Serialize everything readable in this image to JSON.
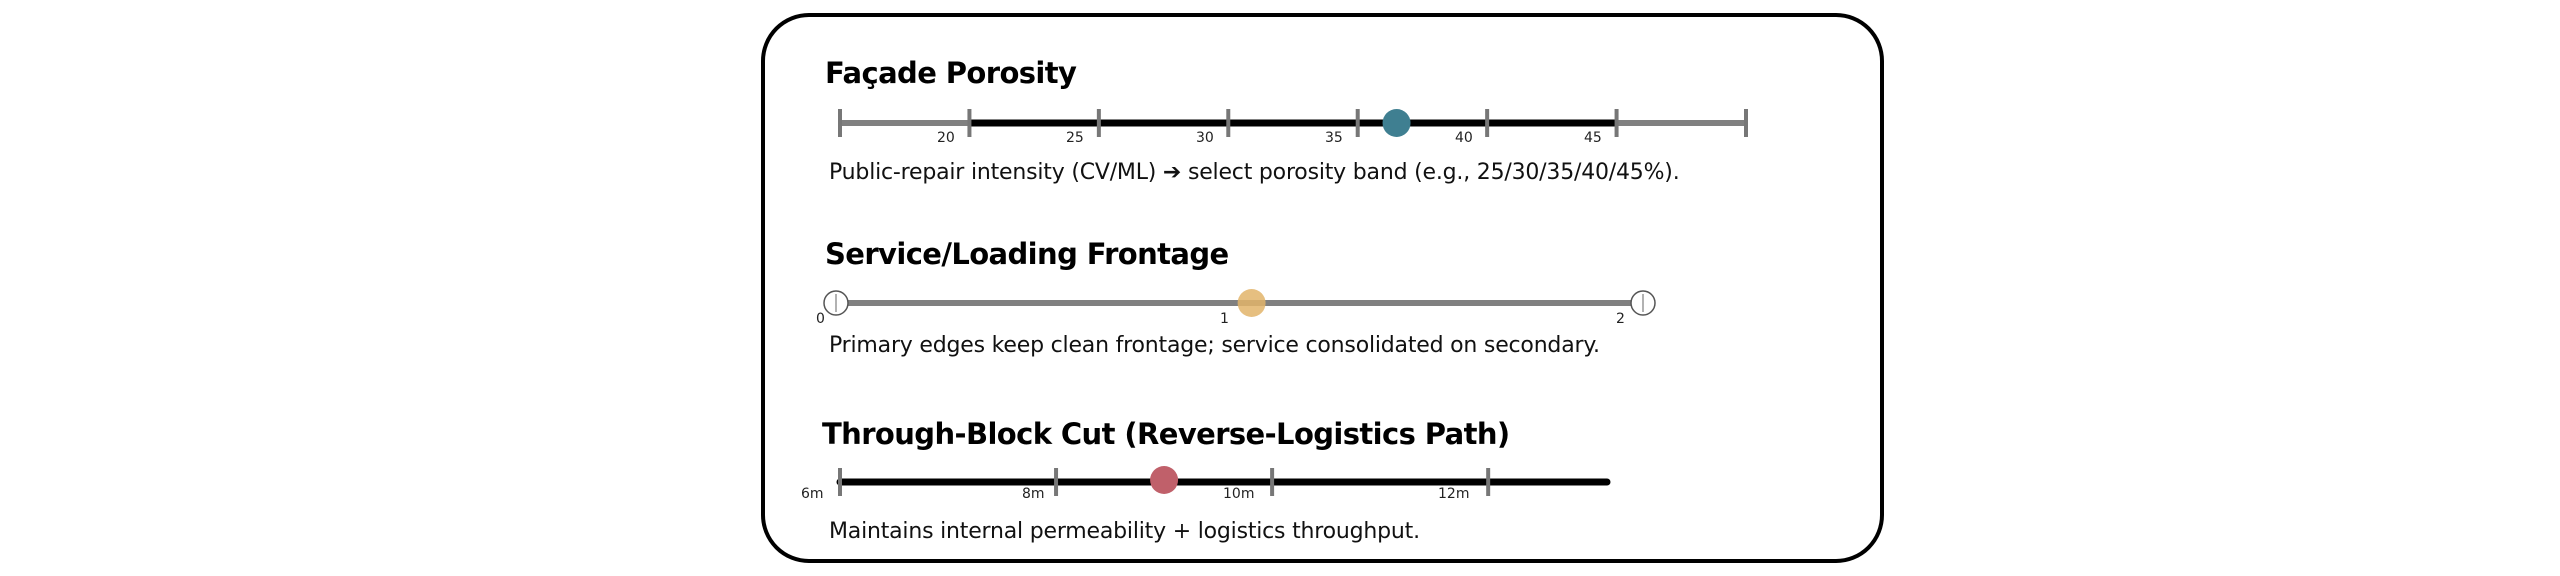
{
  "facade": {
    "title": "Façade Porosity",
    "description": "Public-repair intensity (CV/ML)  ➔ select porosity band (e.g., 25/30/35/40/45%).",
    "ticks": [
      "20",
      "25",
      "30",
      "35",
      "40",
      "45"
    ],
    "range": [
      15,
      50
    ],
    "band": [
      20,
      45
    ],
    "value": 36.5,
    "thumb_color": "#3f7f91"
  },
  "service": {
    "title": "Service/Loading Frontage",
    "description": "Primary edges keep clean frontage; service consolidated on secondary.",
    "ticks": [
      "0",
      "1",
      "2"
    ],
    "range": [
      0,
      2
    ],
    "value": 1.03,
    "thumb_color": "#e2b46a"
  },
  "cut": {
    "title": "Through-Block Cut (Reverse-Logistics Path)",
    "description": "Maintains internal permeability + logistics throughput.",
    "ticks": [
      "6m",
      "8m",
      "10m",
      "12m"
    ],
    "range": [
      6,
      13.1
    ],
    "value": 9.0,
    "thumb_color": "#c0606a"
  }
}
